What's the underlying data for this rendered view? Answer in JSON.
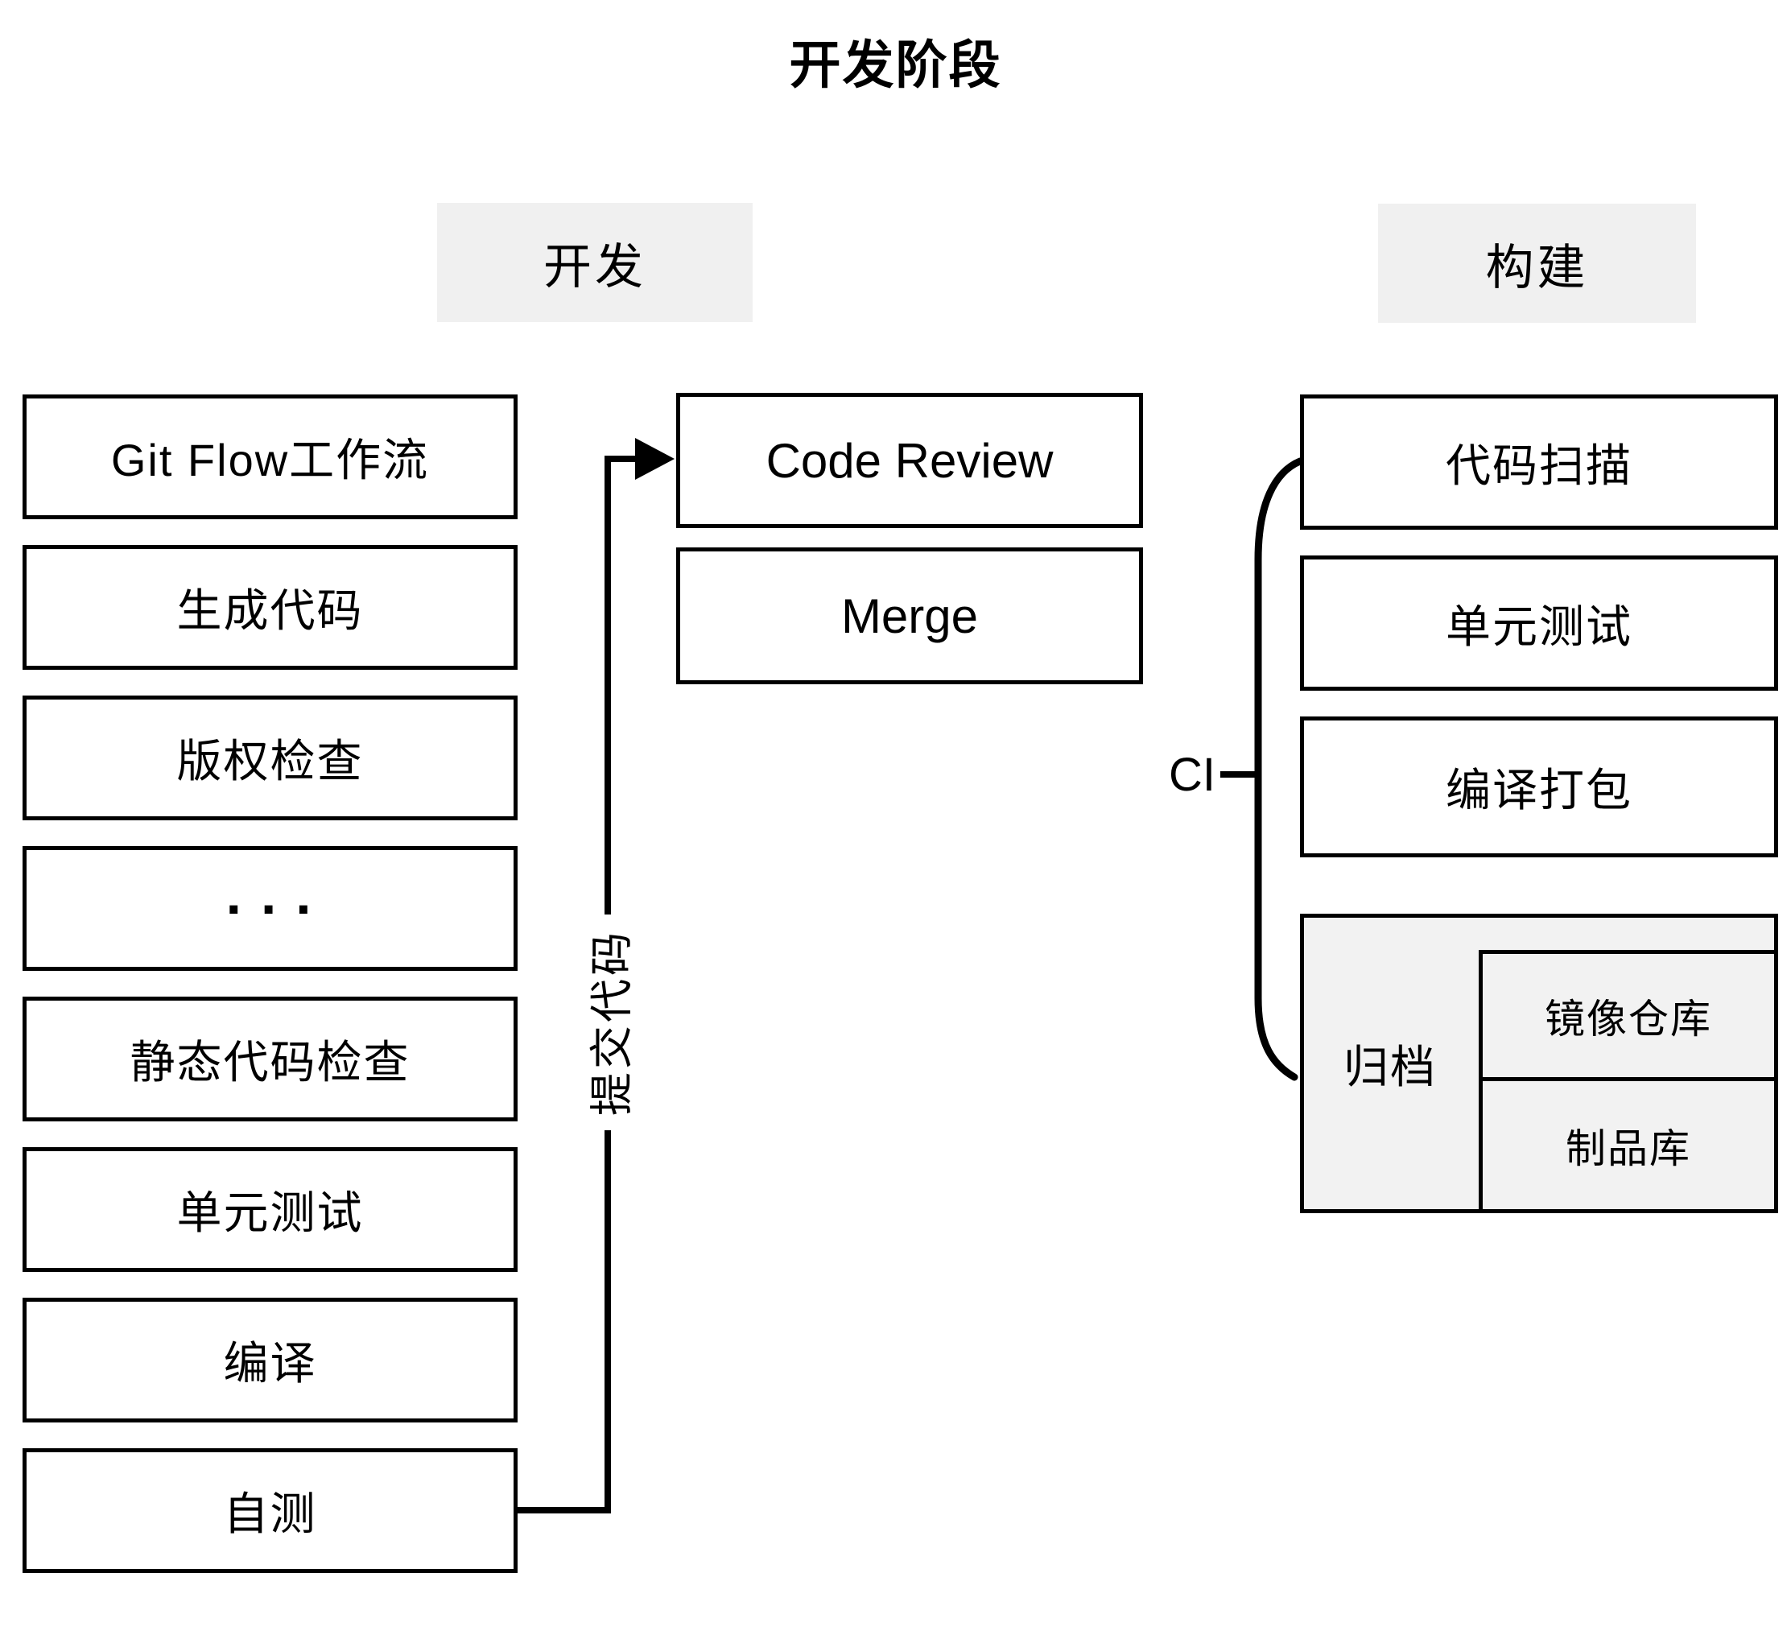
{
  "title": "开发阶段",
  "colors": {
    "line": "#000000",
    "box_background": "#ffffff",
    "header_background": "#f0f0f0",
    "archive_background": "#f2f2f2",
    "text": "#000000"
  },
  "columns": {
    "dev": {
      "header": "开发",
      "boxes": [
        "Git Flow工作流",
        "生成代码",
        "版权检查",
        "···",
        "静态代码检查",
        "单元测试",
        "编译",
        "自测"
      ]
    },
    "review": {
      "boxes": [
        "Code Review",
        "Merge"
      ]
    },
    "build": {
      "header": "构建",
      "boxes": [
        "代码扫描",
        "单元测试",
        "编译打包"
      ],
      "archive": {
        "label": "归档",
        "items": [
          "镜像仓库",
          "制品库"
        ]
      }
    }
  },
  "annotations": {
    "ci_label": "CI",
    "commit_label": "提交代码"
  }
}
